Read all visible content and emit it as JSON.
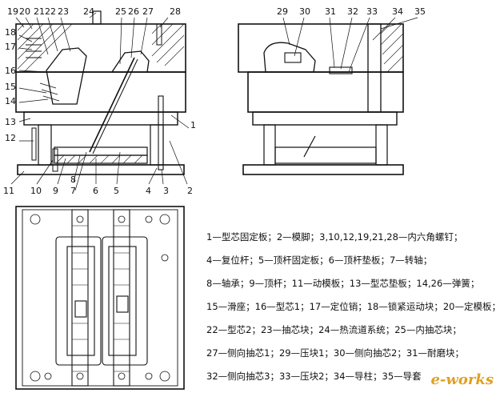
{
  "callouts_left_top": [
    "19",
    "20",
    "21",
    "22",
    "23",
    "24",
    "25",
    "26",
    "27",
    "28"
  ],
  "callouts_left_side": [
    "18",
    "17",
    "16",
    "15",
    "14",
    "13",
    "12"
  ],
  "callouts_left_bottom": [
    "11",
    "10",
    "9",
    "8",
    "7",
    "6",
    "5",
    "4",
    "3",
    "2"
  ],
  "callout_right_side_1": "1",
  "callouts_right_view_top": [
    "29",
    "30",
    "31",
    "32",
    "33",
    "34",
    "35"
  ],
  "legend": [
    "1—型芯固定板；2—模脚；3,10,12,19,21,28—内六角螺钉；",
    "4—复位杆；5—顶杆固定板；6—顶杆垫板；7—转轴；",
    "8—轴承；9—顶杆；11—动模板；13—型芯垫板；14,26—弹簧；",
    "15—滑座；16—型芯1；17—定位销；18—锁紧运动块；20—定模板；",
    "22—型芯2；23—抽芯块；24—热流道系统；25—内抽芯块；",
    "27—侧向抽芯1；29—压块1；30—侧向抽芯2；31—耐磨块；",
    "32—侧向抽芯3；33—压块2；34—导柱；35—导套"
  ],
  "logo_text": "e-works"
}
